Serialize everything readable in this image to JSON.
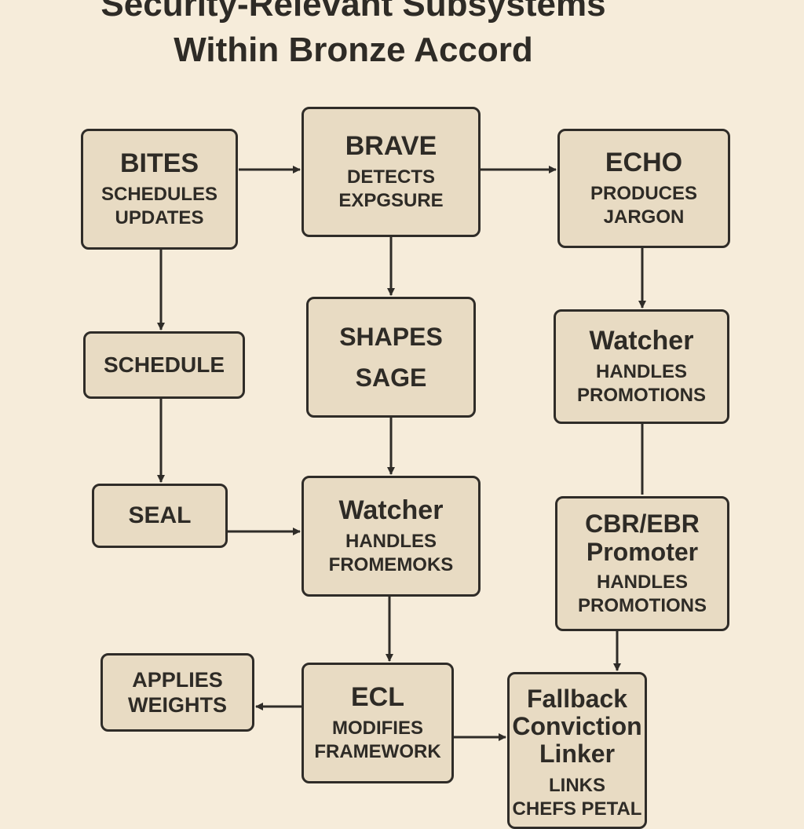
{
  "title": {
    "line1": "Security-Relevant Subsystems",
    "line2": "Within Bronze Accord"
  },
  "nodes": {
    "bites": {
      "name": "BITES",
      "desc1": "SCHEDULES",
      "desc2": "UPDATES"
    },
    "brave": {
      "name": "BRAVE",
      "desc1": "DETECTS",
      "desc2": "EXPGSURE"
    },
    "echo": {
      "name": "ECHO",
      "desc1": "PRODUCES",
      "desc2": "JARGON"
    },
    "schedule": {
      "name": "SCHEDULE"
    },
    "shapes_sage": {
      "name1": "SHAPES",
      "name2": "SAGE"
    },
    "watcher_right": {
      "name": "Watcher",
      "desc1": "HANDLES",
      "desc2": "PROMOTIONS"
    },
    "seal": {
      "name": "SEAL"
    },
    "watcher_center": {
      "name": "Watcher",
      "desc1": "HANDLES",
      "desc2": "FROMEMOKS"
    },
    "cbr_promoter": {
      "name1": "CBR/EBR",
      "name2": "Promoter",
      "desc1": "HANDLES",
      "desc2": "PROMOTIONS"
    },
    "applies_weights": {
      "desc1": "APPLIES",
      "desc2": "WEIGHTS"
    },
    "ecl": {
      "name": "ECL",
      "desc1": "MODIFIES",
      "desc2": "FRAMEWORK"
    },
    "fallback": {
      "name1": "Fallback",
      "name2": "Conviction",
      "name3": "Linker",
      "desc1": "LINKS",
      "desc2": "CHEFS PETAL"
    }
  },
  "colors": {
    "background": "#f6ecda",
    "box_fill": "#e8dbc3",
    "stroke": "#2f2c28"
  }
}
